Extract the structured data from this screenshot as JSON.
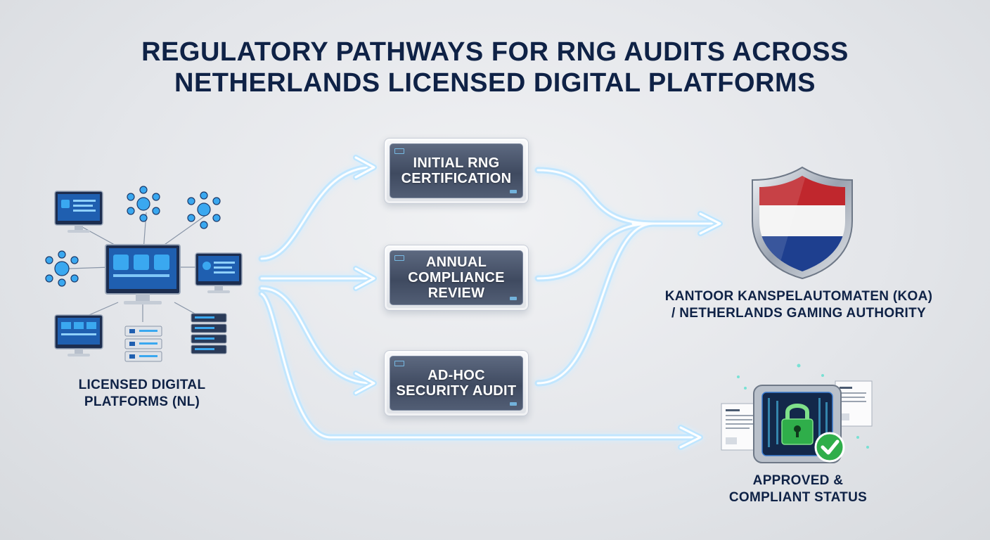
{
  "title": {
    "line1": "REGULATORY PATHWAYS FOR RNG AUDITS ACROSS",
    "line2": "NETHERLANDS LICENSED DIGITAL PLATFORMS"
  },
  "source": {
    "line1": "LICENSED DIGITAL",
    "line2": "PLATFORMS (NL)"
  },
  "stages": {
    "initial": {
      "line1": "INITIAL RNG",
      "line2": "CERTIFICATION"
    },
    "annual": {
      "line1": "ANNUAL",
      "line2": "COMPLIANCE",
      "line3": "REVIEW"
    },
    "adhoc": {
      "line1": "AD-HOC",
      "line2": "SECURITY AUDIT"
    }
  },
  "authority": {
    "line1": "KANTOOR KANSPELAUTOMATEN (KOA)",
    "line2": "/ NETHERLANDS GAMING AUTHORITY"
  },
  "outcome": {
    "line1": "APPROVED &",
    "line2": "COMPLIANT STATUS"
  },
  "colors": {
    "title": "#0f2246",
    "flow_glow": "#9fd8ff",
    "flag_red": "#c0272d",
    "flag_white": "#f4f4f4",
    "flag_blue": "#1e3f8f",
    "check_green": "#2fae4a"
  },
  "icons": [
    "monitor-icon",
    "network-icon",
    "server-icon",
    "shield-icon",
    "padlock-icon",
    "document-icon",
    "checkmark-icon"
  ]
}
